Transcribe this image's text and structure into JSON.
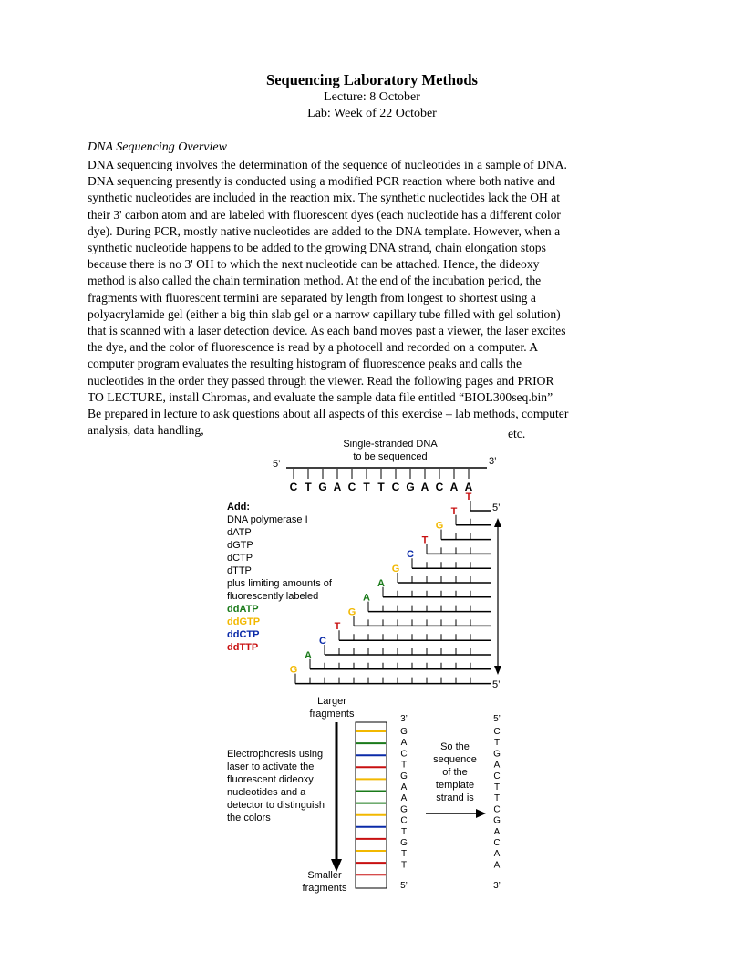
{
  "document": {
    "title": "Sequencing Laboratory Methods",
    "lecture": "Lecture: 8 October",
    "lab": "Lab: Week of 22 October",
    "section_heading": "DNA Sequencing Overview",
    "paragraph_lines": [
      "DNA sequencing involves the determination of the sequence of nucleotides in a sample of DNA.",
      "DNA sequencing presently is conducted using a modified PCR reaction where both native and",
      "synthetic nucleotides are included in the reaction mix.  The synthetic nucleotides lack the OH at",
      "their 3' carbon atom and are labeled with fluorescent dyes (each nucleotide has a different color",
      "dye).  During PCR, mostly native nucleotides are added to the DNA template.  However, when a",
      "synthetic nucleotide happens to be added to the growing DNA strand, chain elongation stops",
      "because there is no 3' OH to which the next nucleotide can be attached. Hence, the dideoxy",
      "method is also called the chain termination method.  At the end of the incubation period, the",
      "fragments with fluorescent termini are separated by length from longest to shortest using a",
      "polyacrylamide gel (either a big thin slab gel or a narrow capillary tube filled with gel solution)",
      "that is scanned with a laser detection device.  As each band moves past a viewer, the laser excites",
      "the dye, and the color of fluorescence is read by a photocell and recorded on a computer.  A",
      "computer program evaluates the resulting histogram of fluorescence peaks and calls the",
      "nucleotides in the order they passed through the viewer.  Read the following pages and PRIOR",
      "TO LECTURE, install Chromas, and evaluate the sample data file entitled “BIOL300seq.bin”",
      "Be prepared in lecture to ask questions about all aspects of this exercise – lab methods, computer",
      "analysis, data handling,"
    ],
    "etc": "etc."
  },
  "figure": {
    "template_label_line1": "Single-stranded DNA",
    "template_label_line2": "to be sequenced",
    "five_prime": "5’",
    "three_prime": "3’",
    "template_bases": [
      "C",
      "T",
      "G",
      "A",
      "C",
      "T",
      "T",
      "C",
      "G",
      "A",
      "C",
      "A",
      "A"
    ],
    "add_heading": "Add:",
    "add_items": [
      "DNA polymerase I",
      "dATP",
      "dGTP",
      "dCTP",
      "dTTP",
      "plus limiting amounts of",
      "fluorescently labeled"
    ],
    "dd_items": [
      {
        "label": "ddATP",
        "color": "#1a7a1a"
      },
      {
        "label": "ddGTP",
        "color": "#f2b800"
      },
      {
        "label": "ddCTP",
        "color": "#0a2aa8"
      },
      {
        "label": "ddTTP",
        "color": "#c81010"
      }
    ],
    "fragment_terminal_bases": [
      "T",
      "T",
      "G",
      "T",
      "C",
      "G",
      "A",
      "A",
      "G",
      "T",
      "C",
      "A",
      "G"
    ],
    "base_colors": {
      "A": "#1a7a1a",
      "G": "#f2b800",
      "C": "#0a2aa8",
      "T": "#c81010"
    },
    "larger_label_line1": "Larger",
    "larger_label_line2": "fragments",
    "smaller_label_line1": "Smaller",
    "smaller_label_line2": "fragments",
    "electro_text": "Electrophoresis using laser to activate the fluorescent dideoxy nucleotides and a detector to distinguish the colors",
    "gel_read_top": "3’",
    "gel_read_bases": [
      "G",
      "A",
      "C",
      "T",
      "G",
      "A",
      "A",
      "G",
      "C",
      "T",
      "G",
      "T",
      "T"
    ],
    "gel_read_bottom": "5’",
    "so_text_lines": [
      "So the",
      "sequence",
      "of the",
      "template",
      "strand is"
    ],
    "template_read_top": "5’",
    "template_read_bases": [
      "C",
      "T",
      "G",
      "A",
      "C",
      "T",
      "T",
      "C",
      "G",
      "A",
      "C",
      "A",
      "A"
    ],
    "template_read_bottom": "3’"
  }
}
